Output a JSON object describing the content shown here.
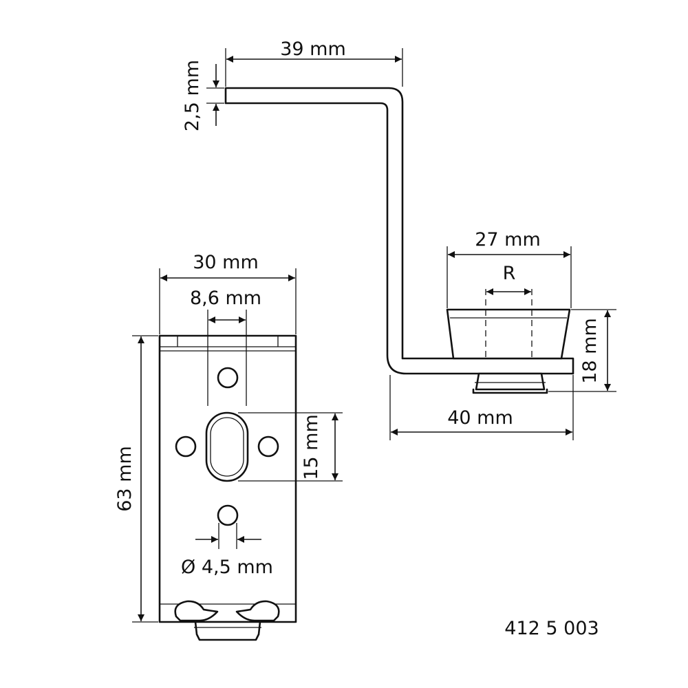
{
  "drawing": {
    "part_number": "412 5 003",
    "side_view": {
      "dims": {
        "top_length": "39 mm",
        "thickness": "2,5 mm",
        "foot_width": "27 mm",
        "radius": "R",
        "foot_height": "18 mm",
        "bottom_length": "40 mm"
      }
    },
    "front_view": {
      "dims": {
        "width": "30 mm",
        "hole_spacing": "8,6 mm",
        "slot_height": "15 mm",
        "height": "63 mm",
        "hole_diameter": "Ø 4,5 mm"
      }
    }
  }
}
